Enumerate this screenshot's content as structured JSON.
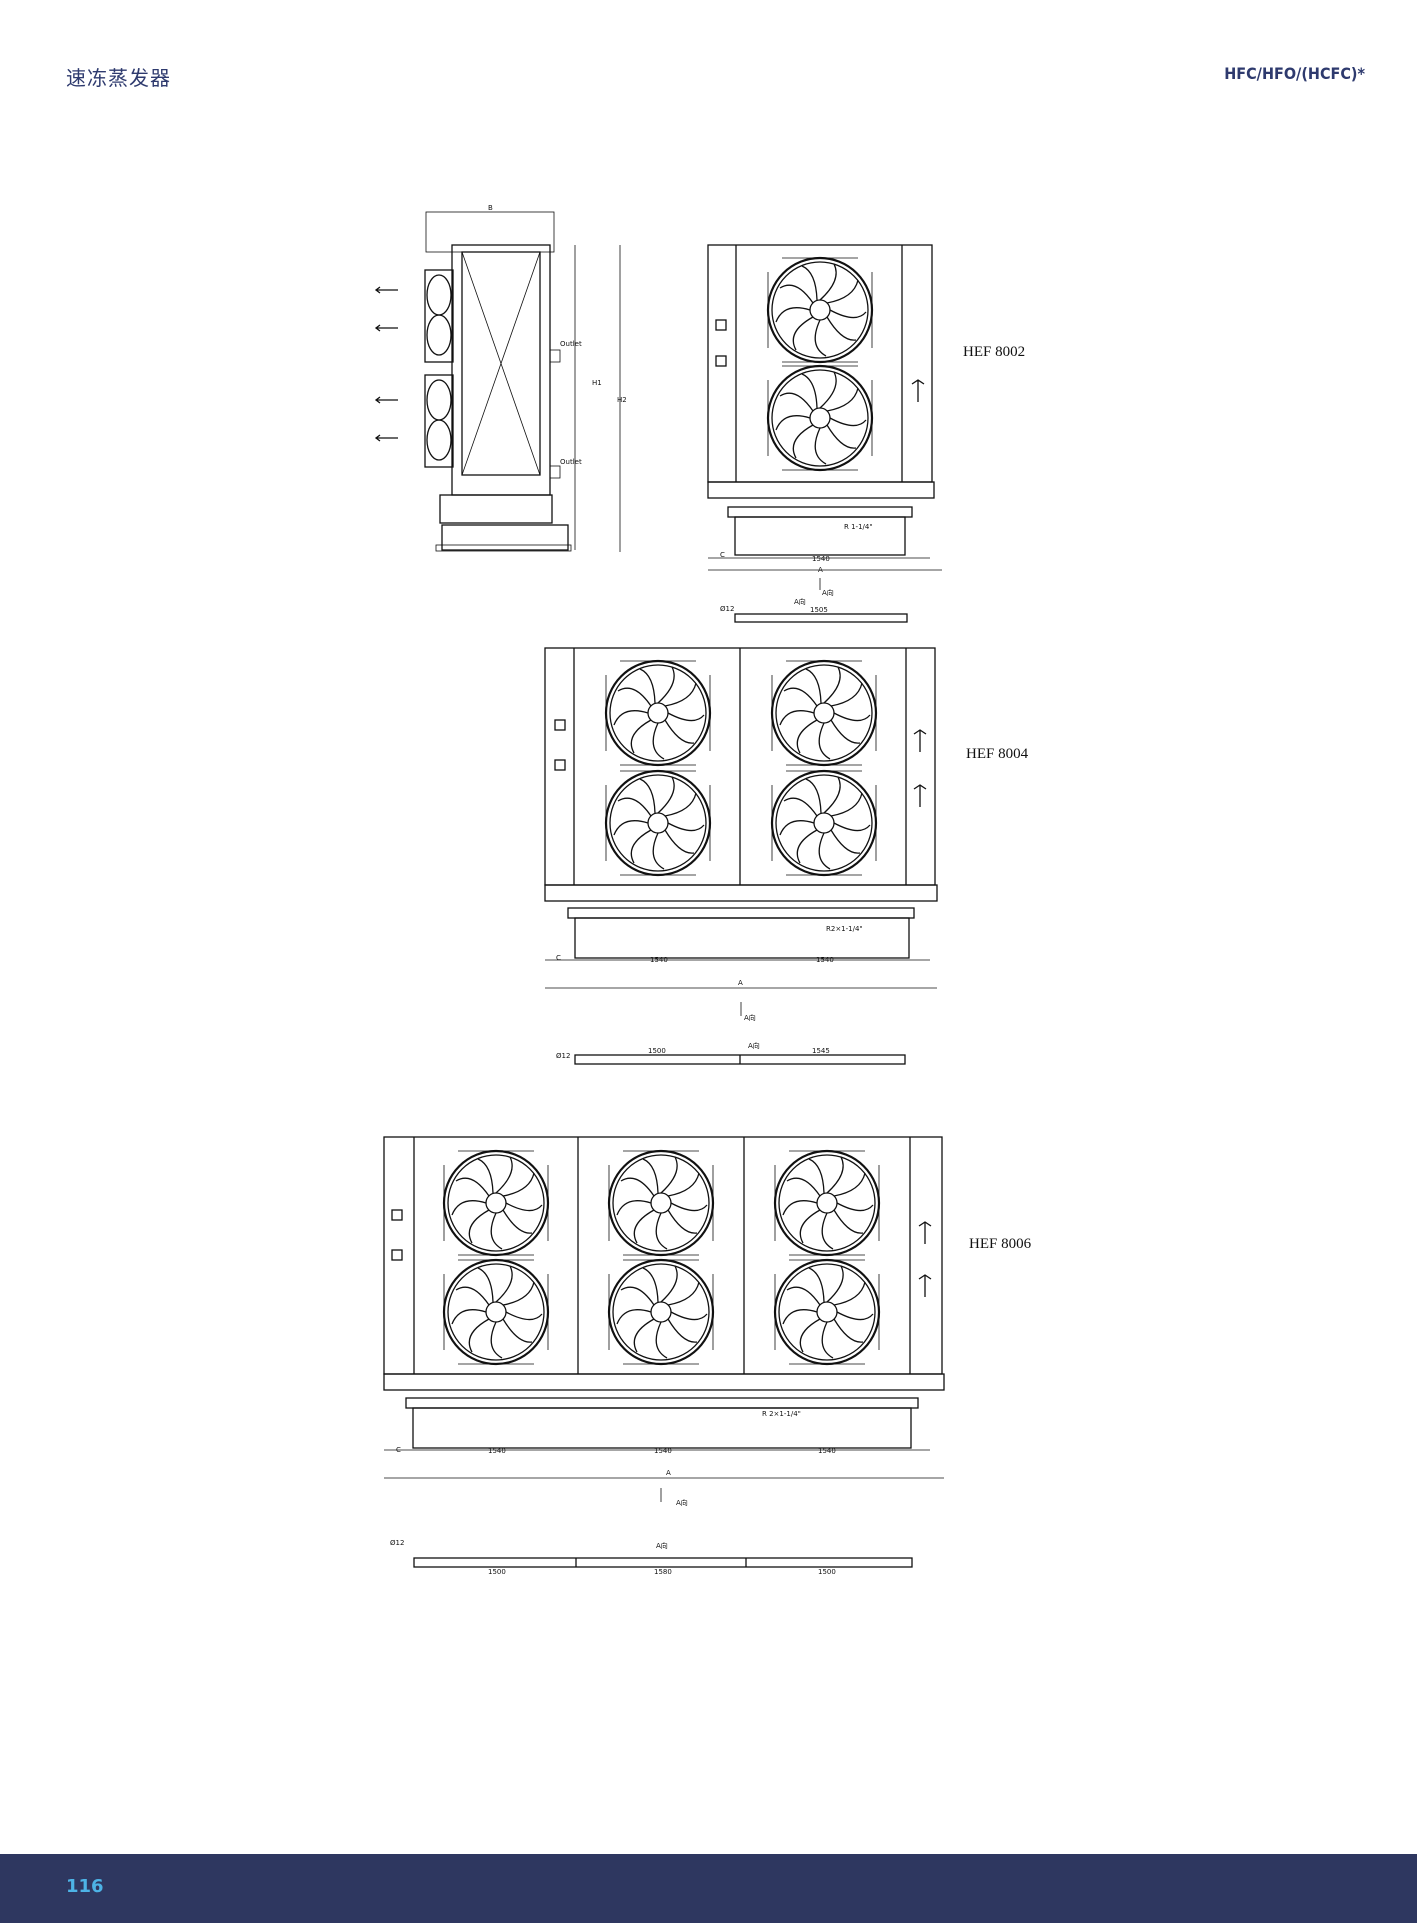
{
  "header": {
    "left_title": "速冻蒸发器",
    "right_title": "HFC/HFO/(HCFC)*"
  },
  "footer": {
    "page_number": "116"
  },
  "drawings": {
    "side": {
      "b_label": "B",
      "h1_label": "H1",
      "h2_label": "H2",
      "outlet_top": "Outlet",
      "outlet_bottom": "Outlet"
    },
    "hef8002": {
      "model": "HEF 8002",
      "conn": "R 1-1/4\"",
      "c": "C",
      "span": "1540",
      "a": "A",
      "dir": "A向",
      "dia": "Ø12",
      "plan_dir": "A向",
      "plan_span": "1505"
    },
    "hef8004": {
      "model": "HEF 8004",
      "conn": "R2×1-1/4\"",
      "c": "C",
      "span1": "1540",
      "span2": "1540",
      "a": "A",
      "dir": "A向",
      "dia": "Ø12",
      "plan_dir": "A向",
      "plan_span1": "1500",
      "plan_span2": "1545"
    },
    "hef8006": {
      "model": "HEF 8006",
      "conn": "R 2×1-1/4\"",
      "c": "C",
      "span1": "1540",
      "span2": "1540",
      "span3": "1540",
      "a": "A",
      "dir": "A向",
      "dia": "Ø12",
      "plan_dir": "A向",
      "plan_span1": "1500",
      "plan_span2": "1580",
      "plan_span3": "1500"
    }
  }
}
